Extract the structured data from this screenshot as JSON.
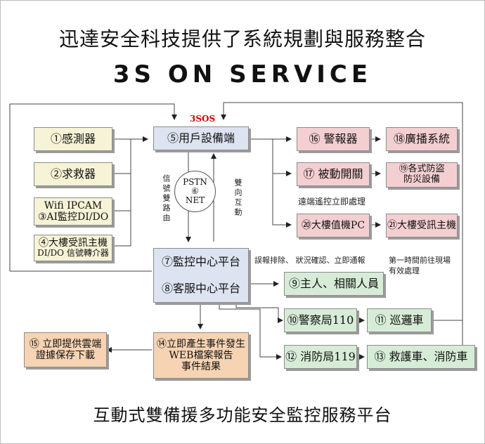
{
  "title_main": "迅達安全科技提供了系統規劃與服務整合",
  "title_service": "3S  ON  SERVICE",
  "footer": "互動式雙備援多功能安全監控服務平台",
  "label_3sos": "3SOS",
  "left_boxes": {
    "sensor": "①感測器",
    "rescue": "②求救器",
    "ipcam_line1": "Wifi IPCAM",
    "ipcam_line2": "③AI監控DI/DO",
    "intercom_line1": "④大樓受訊主機",
    "intercom_line2": "DI/DO 信號轉介器"
  },
  "user_device": "⑤用戶設備端",
  "network": {
    "line1": "PSTN",
    "line2": "⑥",
    "line3": "NET"
  },
  "side_text_left": "信號雙路由",
  "side_text_right": "雙向互動",
  "monitor_center": "⑦監控中心平台",
  "service_center": "⑧客服中心平台",
  "right_boxes": {
    "alarm": "⑯  警報器",
    "broadcast": "⑱廣播系統",
    "switch": "⑰ 被動開關",
    "equipment_line1": "⑲各式防盜",
    "equipment_line2": "防災設備",
    "remote_note": "遠端遙控立即處理",
    "building_pc": "⑳大樓值機PC",
    "building_host": "㉑大樓受訊主機"
  },
  "notes": {
    "middle": "誤報排除、 狀況確認、立即通報",
    "right_line1": "第一時間前往現場",
    "right_line2": "有效處理"
  },
  "owner": "⑨主人、相關人員",
  "police": "⑩警察局110",
  "patrol": "⑪ 巡邏車",
  "fire": "⑫ 消防局119",
  "ambulance": "⑬ 救護車、消防車",
  "report_line1": "⑭立即產生事件發生",
  "report_line2": "WEB檔案報告",
  "report_line3": "事件結果",
  "cloud_line1": "⑮ 立即提供雲端",
  "cloud_line2": "證據保存下載",
  "colors": {
    "yellow": "#f6f3d6",
    "blue": "#dde3f0",
    "pink": "#f4cfd2",
    "green": "#d6ecd7",
    "orange": "#f6d3b2",
    "red_label": "#d40000"
  }
}
